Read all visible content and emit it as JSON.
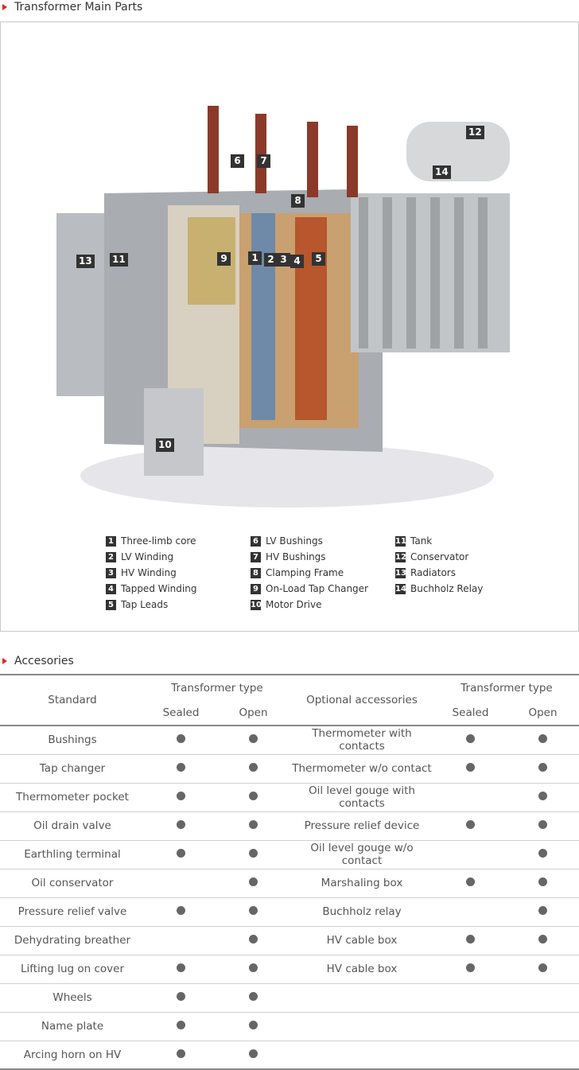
{
  "main_parts": {
    "title": "Transformer Main Parts",
    "legend": [
      {
        "n": "1",
        "label": "Three-limb core"
      },
      {
        "n": "2",
        "label": "LV Winding"
      },
      {
        "n": "3",
        "label": "HV Winding"
      },
      {
        "n": "4",
        "label": "Tapped Winding"
      },
      {
        "n": "5",
        "label": "Tap Leads"
      },
      {
        "n": "6",
        "label": "LV Bushings"
      },
      {
        "n": "7",
        "label": "HV Bushings"
      },
      {
        "n": "8",
        "label": "Clamping Frame"
      },
      {
        "n": "9",
        "label": "On-Load Tap Changer"
      },
      {
        "n": "10",
        "label": "Motor Drive"
      },
      {
        "n": "11",
        "label": "Tank"
      },
      {
        "n": "12",
        "label": "Conservator"
      },
      {
        "n": "13",
        "label": "Radiators"
      },
      {
        "n": "14",
        "label": "Buchholz Relay"
      }
    ]
  },
  "accessories": {
    "title": "Accesories",
    "headers": {
      "standard": "Standard",
      "type": "Transformer type",
      "sealed": "Sealed",
      "open": "Open",
      "optional": "Optional accessories"
    },
    "rows": [
      {
        "std": "Bushings",
        "s1": true,
        "o1": true,
        "opt": "Thermometer with contacts",
        "s2": true,
        "o2": true
      },
      {
        "std": "Tap changer",
        "s1": true,
        "o1": true,
        "opt": "Thermometer w/o contact",
        "s2": true,
        "o2": true
      },
      {
        "std": "Thermometer pocket",
        "s1": true,
        "o1": true,
        "opt": "Oil level gouge with contacts",
        "s2": false,
        "o2": true
      },
      {
        "std": "Oil drain valve",
        "s1": true,
        "o1": true,
        "opt": "Pressure relief device",
        "s2": true,
        "o2": true
      },
      {
        "std": "Earthling terminal",
        "s1": true,
        "o1": true,
        "opt": "Oil level gouge w/o contact",
        "s2": false,
        "o2": true
      },
      {
        "std": "Oil conservator",
        "s1": false,
        "o1": true,
        "opt": "Marshaling box",
        "s2": true,
        "o2": true
      },
      {
        "std": "Pressure relief valve",
        "s1": true,
        "o1": true,
        "opt": "Buchholz relay",
        "s2": false,
        "o2": true
      },
      {
        "std": "Dehydrating breather",
        "s1": false,
        "o1": true,
        "opt": "HV cable box",
        "s2": true,
        "o2": true
      },
      {
        "std": "Lifting lug on cover",
        "s1": true,
        "o1": true,
        "opt": "HV cable box",
        "s2": true,
        "o2": true
      },
      {
        "std": "Wheels",
        "s1": true,
        "o1": true,
        "opt": "",
        "s2": false,
        "o2": false
      },
      {
        "std": "Name plate",
        "s1": true,
        "o1": true,
        "opt": "",
        "s2": false,
        "o2": false
      },
      {
        "std": "Arcing horn on HV",
        "s1": true,
        "o1": true,
        "opt": "",
        "s2": false,
        "o2": false
      }
    ]
  }
}
